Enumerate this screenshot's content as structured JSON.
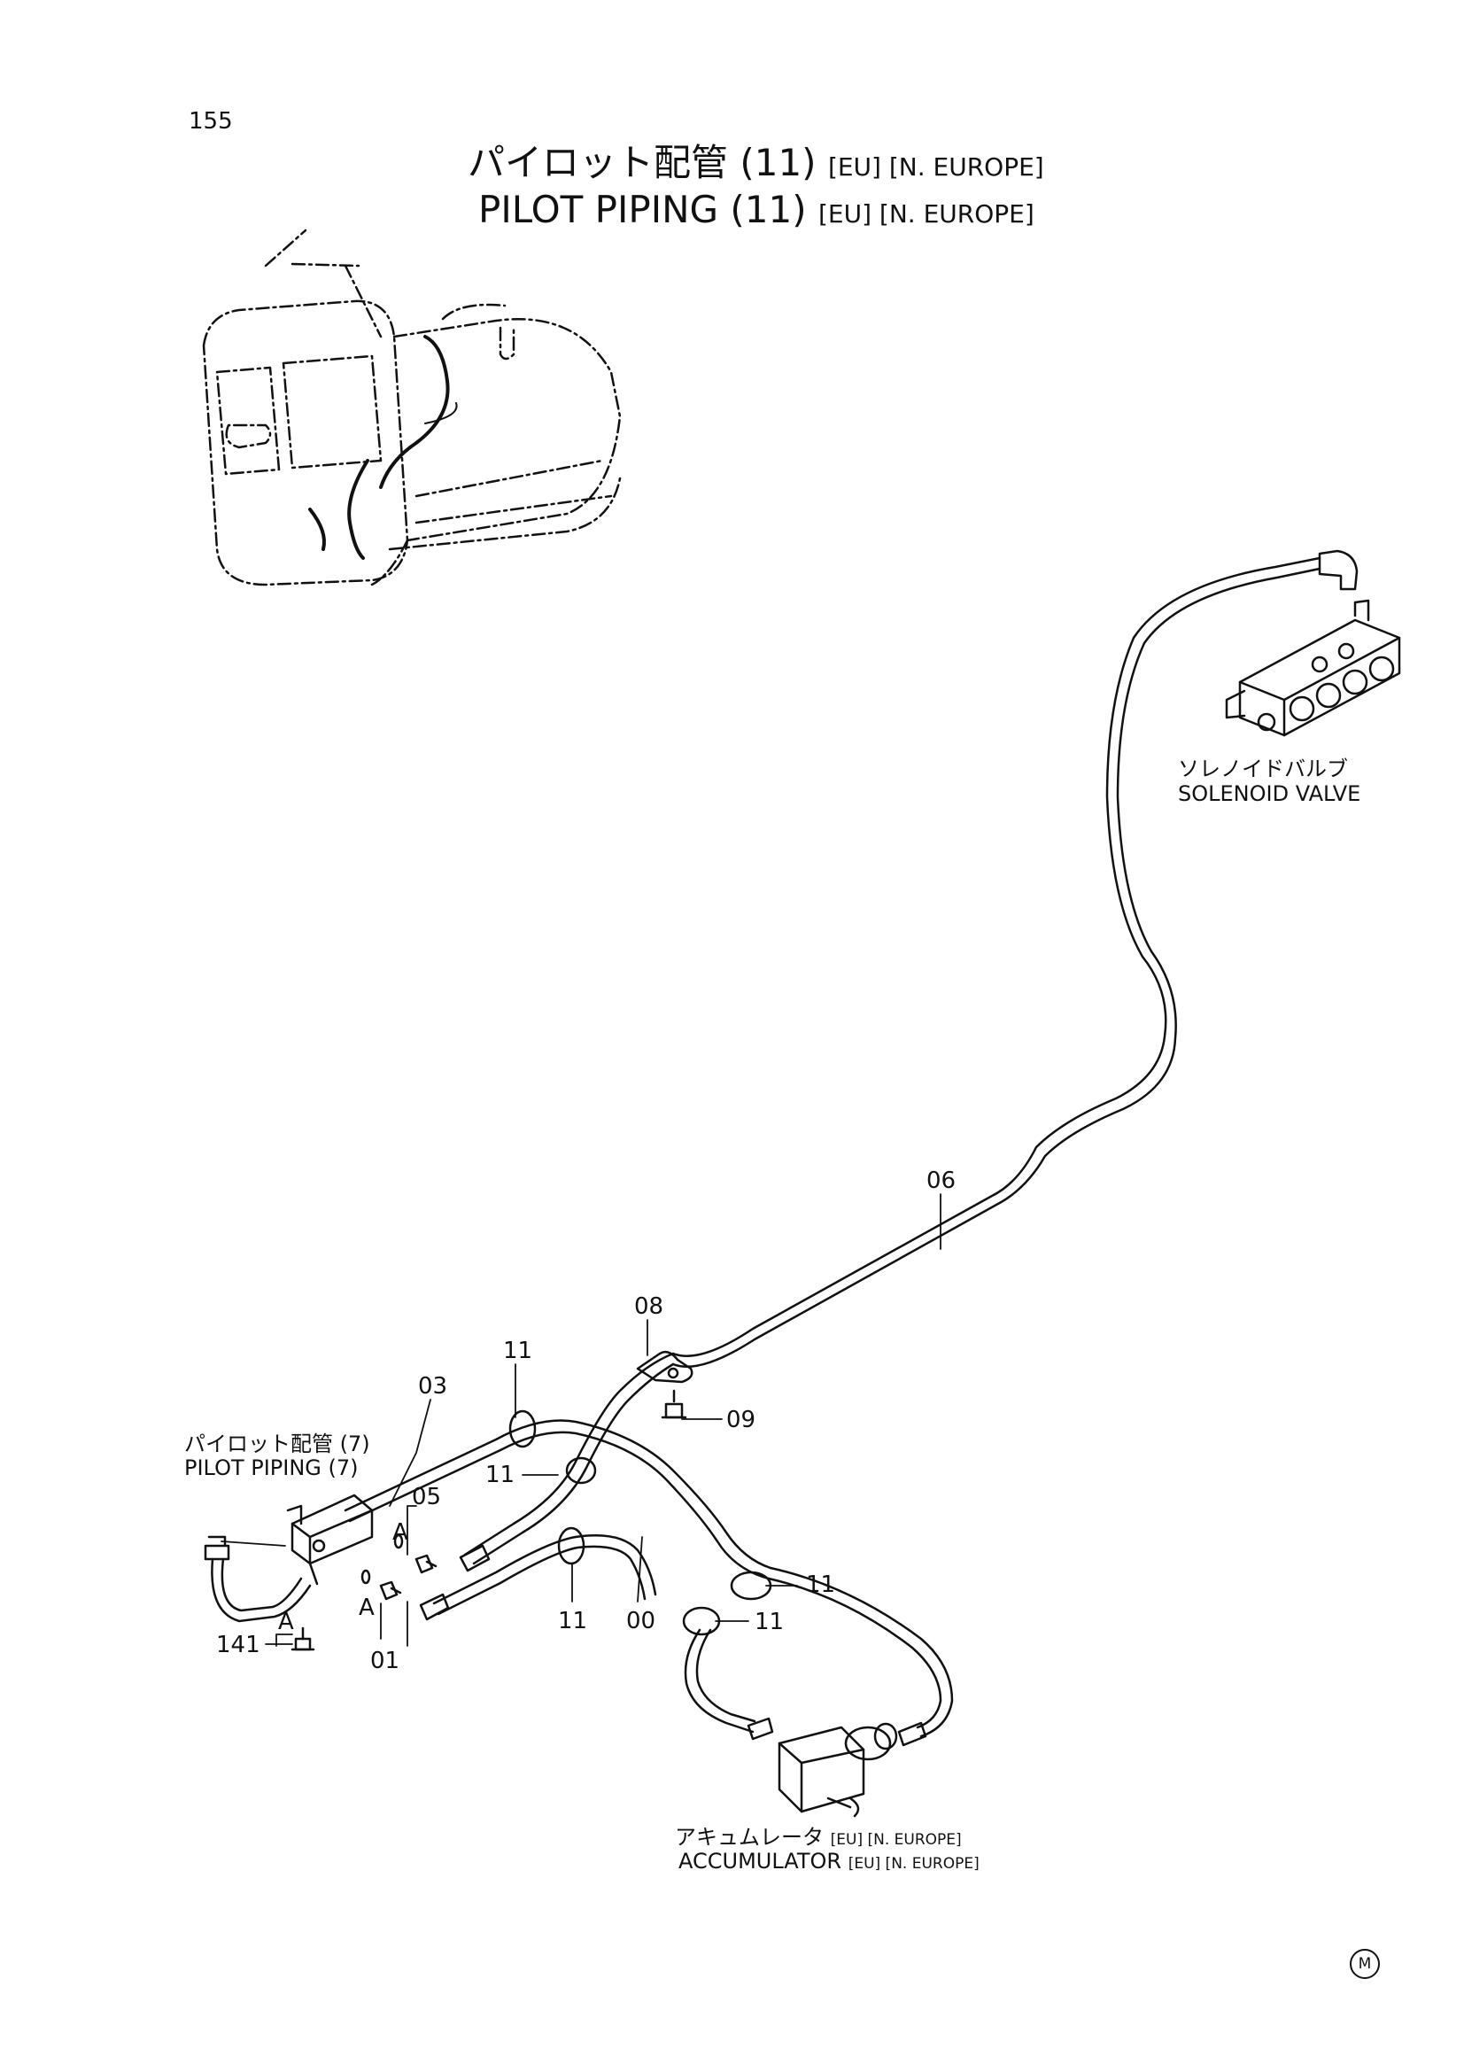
{
  "page": {
    "number": "155",
    "title_jp": "パイロット配管 (11)",
    "title_jp_tag": "[EU] [N. EUROPE]",
    "title_en": "PILOT PIPING (11)",
    "title_en_tag": "[EU] [N. EUROPE]"
  },
  "labels": {
    "solenoid_jp": "ソレノイドバルブ",
    "solenoid_en": "SOLENOID VALVE",
    "pilot7_jp": "パイロット配管 (7)",
    "pilot7_en": "PILOT PIPING (7)",
    "accumulator_jp": "アキュムレータ",
    "accumulator_jp_tag": "[EU] [N. EUROPE]",
    "accumulator_en": "ACCUMULATOR",
    "accumulator_en_tag": "[EU] [N. EUROPE]"
  },
  "callouts": {
    "c06": "06",
    "c08": "08",
    "c09": "09",
    "c11a": "11",
    "c03": "03",
    "c11b": "11",
    "c05": "05",
    "cA1": "A",
    "cA2": "A",
    "cA3": "A",
    "c11c": "11",
    "c00": "00",
    "c11d": "11",
    "c11e": "11",
    "c141": "141",
    "c01": "01"
  },
  "footer": {
    "mark": "M"
  },
  "colors": {
    "ink": "#111111",
    "paper": "#ffffff"
  }
}
